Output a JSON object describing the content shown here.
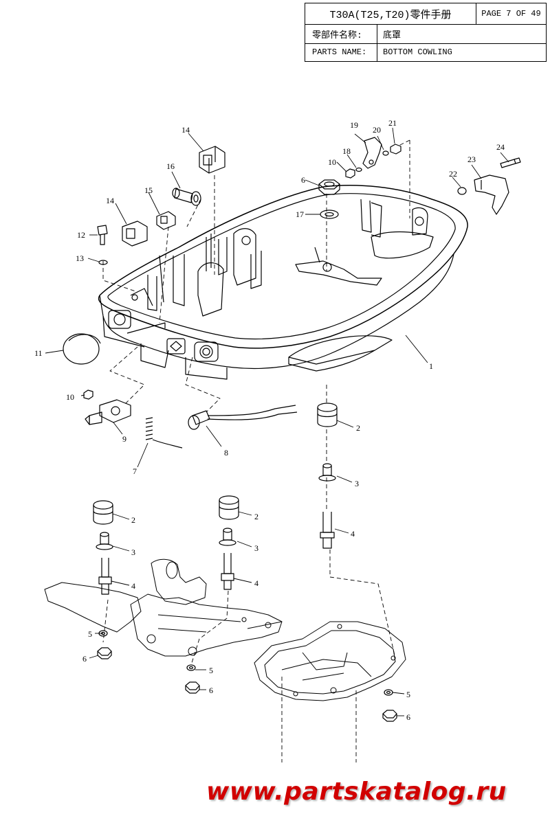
{
  "header": {
    "manual_title": "T30A(T25,T20)零件手册",
    "page": "PAGE 7 OF 49",
    "name_cn_label": "零部件名称:",
    "name_cn_value": "底罩",
    "name_en_label": "PARTS NAME:",
    "name_en_value": "BOTTOM COWLING"
  },
  "callouts": {
    "c1": "1",
    "c2a": "2",
    "c2b": "2",
    "c2c": "2",
    "c3a": "3",
    "c3b": "3",
    "c3c": "3",
    "c4a": "4",
    "c4b": "4",
    "c4c": "4",
    "c5a": "5",
    "c5b": "5",
    "c5c": "5",
    "c6a": "6",
    "c6b": "6",
    "c6c": "6",
    "c6d": "6",
    "c7": "7",
    "c8": "8",
    "c9": "9",
    "c10a": "10",
    "c10b": "10",
    "c11": "11",
    "c12": "12",
    "c13": "13",
    "c14a": "14",
    "c14b": "14",
    "c15": "15",
    "c16": "16",
    "c17": "17",
    "c18": "18",
    "c19": "19",
    "c20": "20",
    "c21": "21",
    "c22": "22",
    "c23": "23",
    "c24": "24"
  },
  "watermark": "www.partskatalog.ru"
}
